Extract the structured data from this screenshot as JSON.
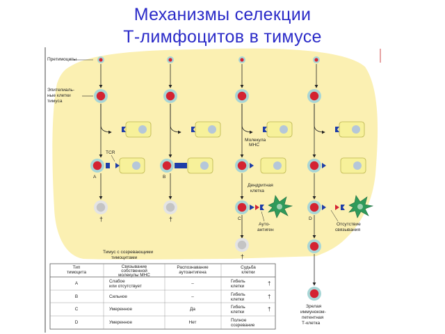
{
  "title": {
    "line1": "Механизмы селекции",
    "line2": "Т-лимфоцитов  в тимусе"
  },
  "labels": {
    "prethymocytes": "Претимоциты",
    "epithelial_1": "Эпителиаль-",
    "epithelial_2": "ные клетки",
    "epithelial_3": "тимуса",
    "tcr": "TCR",
    "mhc_1": "Молекула",
    "mhc_2": "МНС",
    "dendritic_1": "Дендритная",
    "dendritic_2": "клетка",
    "autoantigen_1": "Ауто-",
    "autoantigen_2": "антиген",
    "no_binding_1": "Отсутствие",
    "no_binding_2": "связывания",
    "thymus_1": "Тимус с созревающими",
    "thymus_2": "тимоцитами",
    "mature_1": "Зрелая",
    "mature_2": "иммуноком-",
    "mature_3": "петентная",
    "mature_4": "Т-клетка",
    "death_mark": "†",
    "col_a": "A",
    "col_b": "B",
    "col_c": "C",
    "col_d": "D"
  },
  "table": {
    "headers": [
      [
        "Тип",
        "тимоцита"
      ],
      [
        "Связывание",
        "собственной",
        "молекулы МНС"
      ],
      [
        "Распознавание",
        "аутоантигена"
      ],
      [
        "Судьба",
        "клетки"
      ]
    ],
    "rows": [
      {
        "type": "A",
        "binding": [
          "Слабое",
          "или отсутствует"
        ],
        "recognition": "–",
        "fate": [
          "Гибель",
          "клетки"
        ],
        "mark": "†"
      },
      {
        "type": "B",
        "binding": [
          "Сильное"
        ],
        "recognition": "–",
        "fate": [
          "Гибель",
          "клетки"
        ],
        "mark": "†"
      },
      {
        "type": "C",
        "binding": [
          "Умеренное"
        ],
        "recognition": "Да",
        "fate": [
          "Гибель",
          "клетки"
        ],
        "mark": "†"
      },
      {
        "type": "D",
        "binding": [
          "Умеренное"
        ],
        "recognition": "Нет",
        "fate": [
          "Полное",
          "созревание"
        ],
        "mark": ""
      }
    ]
  },
  "colors": {
    "title": "#2b2bc8",
    "thymus_bg": "#fbf0b2",
    "cell_outer": "#a8d6d6",
    "nucleus": "#d42331",
    "epithelial": "#f7f19a",
    "receptor": "#1e3da8",
    "dead_cell": "#cfcfcf",
    "dendritic": "#2f9a5a"
  }
}
